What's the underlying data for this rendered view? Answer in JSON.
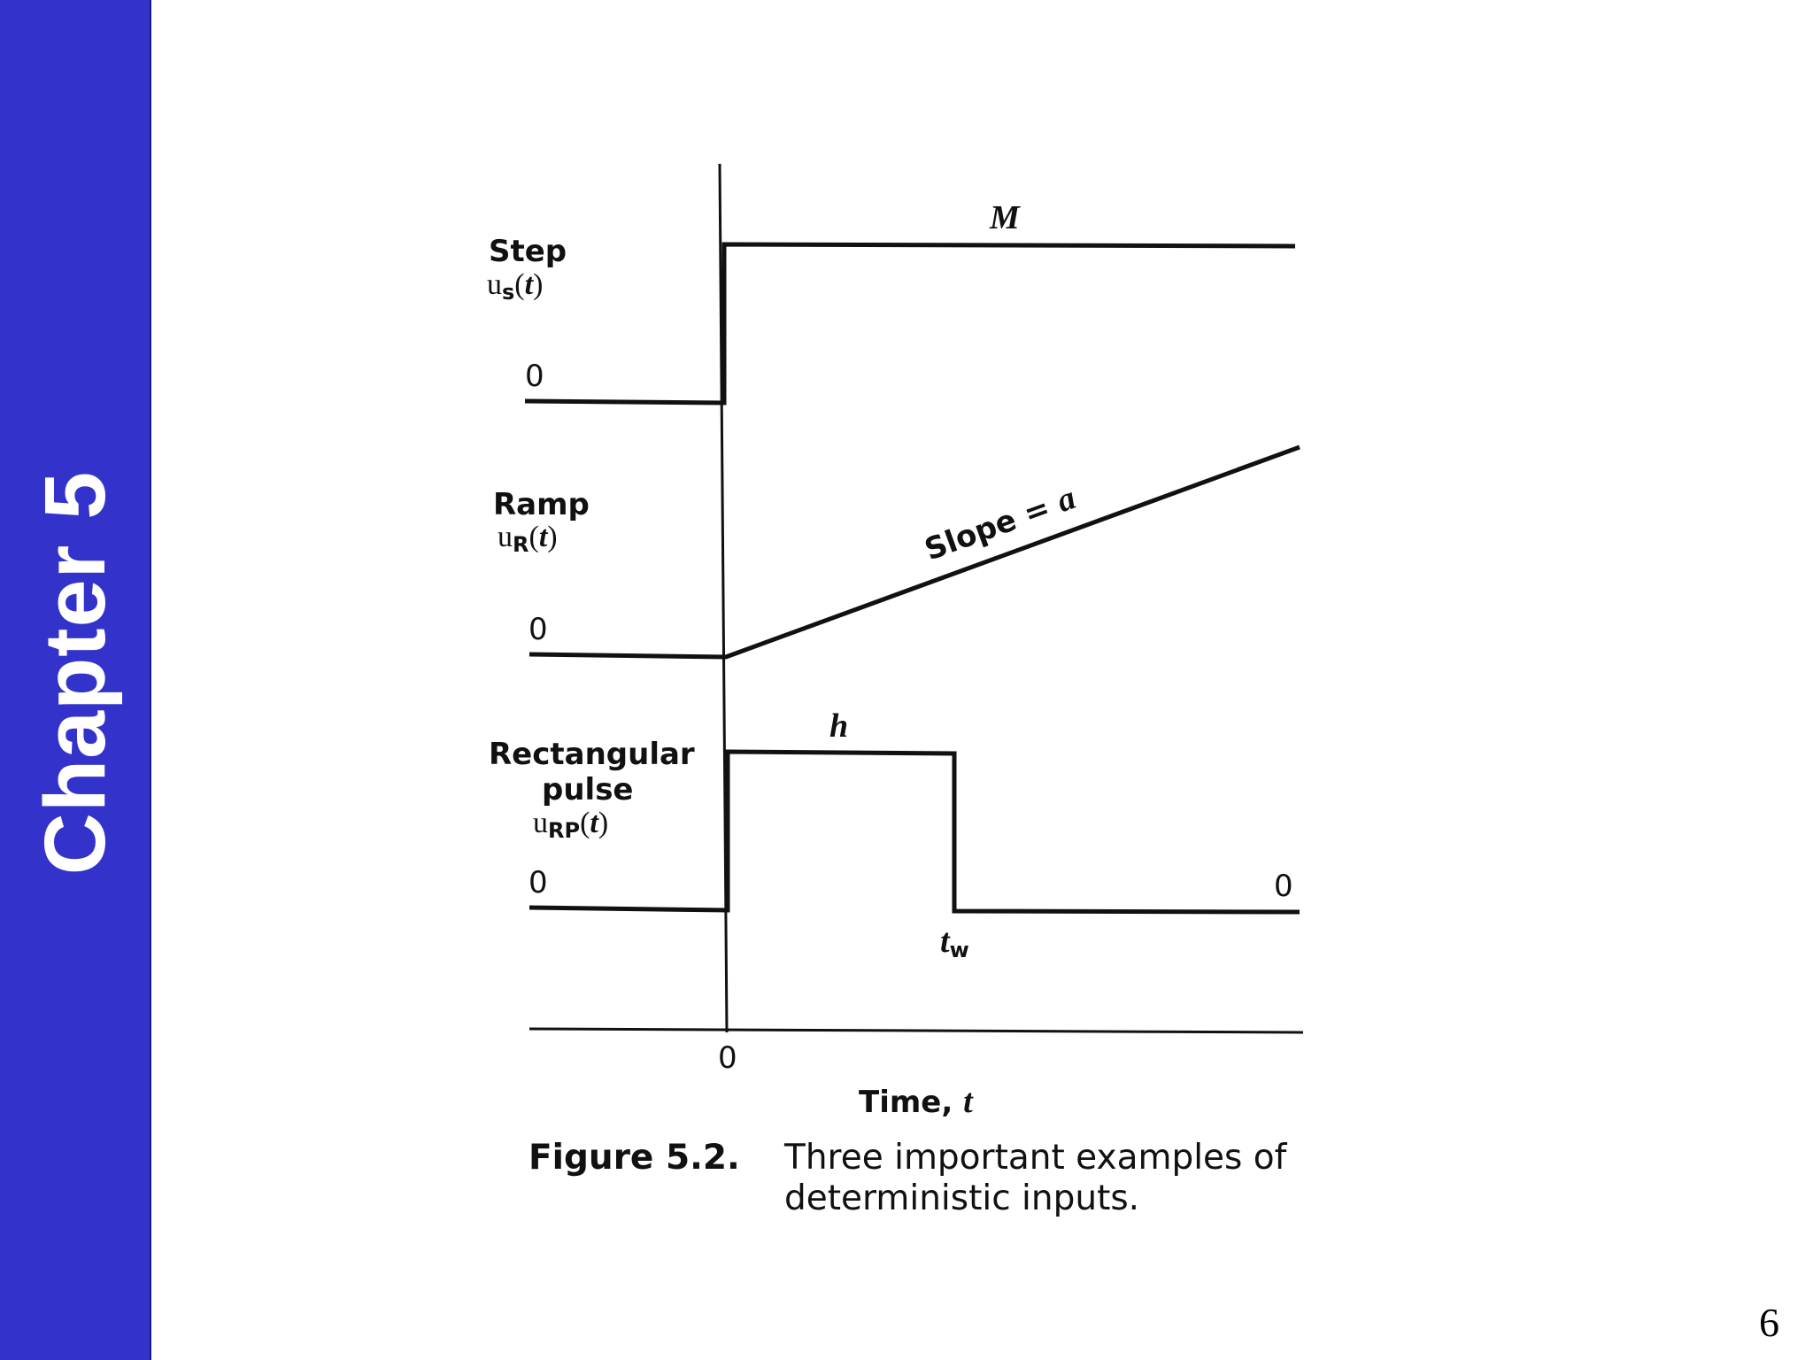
{
  "sidebar": {
    "chapter": "Chapter 5",
    "color": "#3333cc"
  },
  "page_number": "6",
  "figure": {
    "step": {
      "label": "Step",
      "fn": "u",
      "sub": "s",
      "arg": "t",
      "level": "M",
      "zero": "0"
    },
    "ramp": {
      "label": "Ramp",
      "fn": "u",
      "sub": "R",
      "arg": "t",
      "slope_text": "Slope = ",
      "slope_symbol": "a",
      "zero": "0"
    },
    "pulse": {
      "label_line1": "Rectangular",
      "label_line2": "pulse",
      "fn": "u",
      "sub": "RP",
      "arg": "t",
      "height": "h",
      "width_symbol": "t",
      "width_sub": "w",
      "zero_left": "0",
      "zero_right": "0"
    },
    "axis": {
      "origin": "0",
      "label_text": "Time, ",
      "label_var": "t"
    },
    "caption": {
      "number": "Figure 5.2.",
      "line1": "Three important examples of",
      "line2": "deterministic inputs."
    }
  }
}
